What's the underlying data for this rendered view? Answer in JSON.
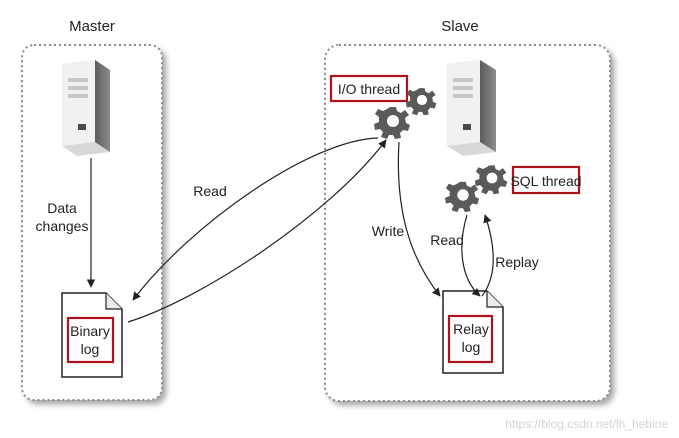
{
  "master": {
    "title": "Master",
    "data_changes_line1": "Data",
    "data_changes_line2": "changes",
    "binary_log_line1": "Binary",
    "binary_log_line2": "log"
  },
  "slave": {
    "title": "Slave",
    "io_thread": "I/O thread",
    "sql_thread": "SQL thread",
    "relay_log_line1": "Relay",
    "relay_log_line2": "log"
  },
  "arrows": {
    "read_master": "Read",
    "write": "Write",
    "read_slave": "Read",
    "replay": "Replay"
  },
  "watermark": "https://blog.csdn.net/lh_hebine",
  "colors": {
    "highlight_border": "#b0121b",
    "gear": "#595959",
    "server_dark": "#6d6d6d",
    "server_light": "#e6e6e6",
    "box_border": "#8a8a8a"
  },
  "icons": [
    "server-icon",
    "gear-icon",
    "document-icon"
  ]
}
